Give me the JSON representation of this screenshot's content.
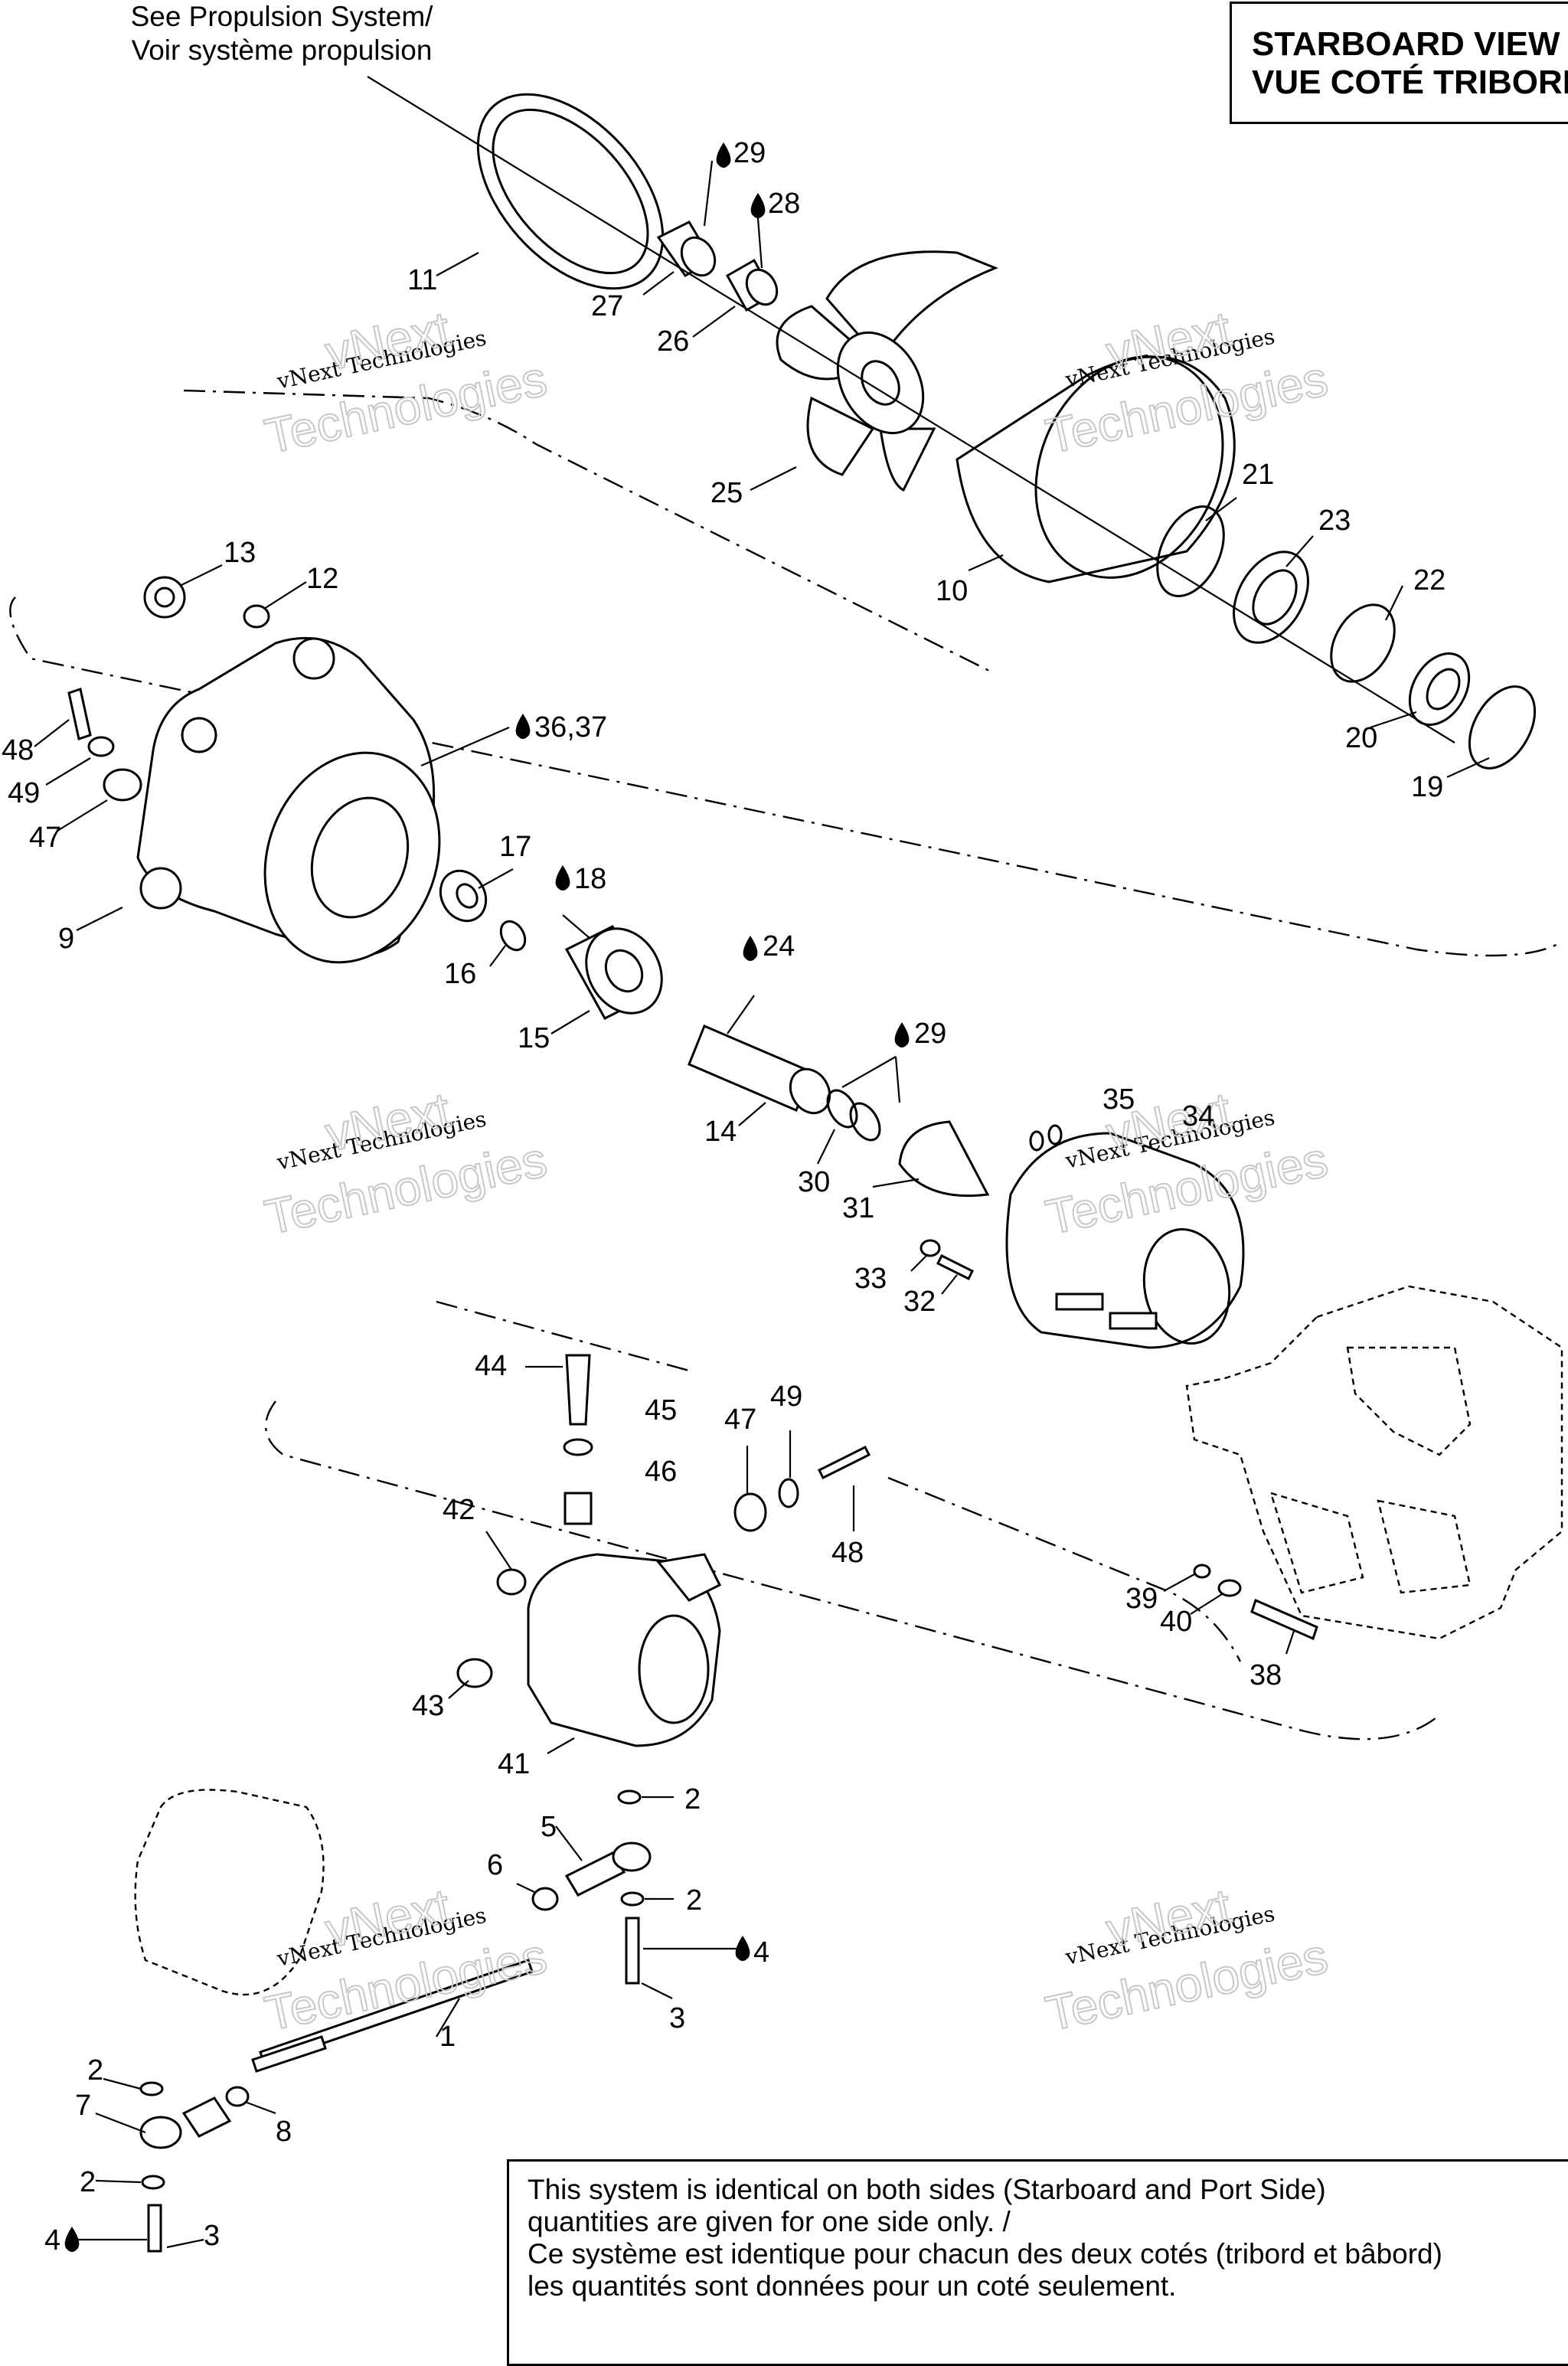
{
  "view_title": {
    "line1": "STARBOARD VIEW",
    "line2": "VUE COTÉ TRIBORD"
  },
  "reference": {
    "line1": "See Propulsion System/",
    "line2": "Voir système propulsion"
  },
  "note": {
    "line1": "This system is identical on both sides (Starboard and Port Side)",
    "line2": "quantities are given for one side only. /",
    "line3": "Ce système est identique pour chacun des deux cotés (tribord et bâbord)",
    "line4": "les quantités sont données pour un coté seulement."
  },
  "watermark": {
    "line1": "vNext Technologies",
    "line2": "vNext",
    "line3": "Technologies"
  },
  "callouts": {
    "c1": "1",
    "c2a": "2",
    "c2b": "2",
    "c2c": "2",
    "c2d": "2",
    "c3a": "3",
    "c3b": "3",
    "c4a": "4",
    "c4b": "4",
    "c5": "5",
    "c6": "6",
    "c7": "7",
    "c8": "8",
    "c9": "9",
    "c10": "10",
    "c11": "11",
    "c12": "12",
    "c13": "13",
    "c14": "14",
    "c15": "15",
    "c16": "16",
    "c17": "17",
    "c18": "18",
    "c19": "19",
    "c20": "20",
    "c21": "21",
    "c22": "22",
    "c23": "23",
    "c24": "24",
    "c25": "25",
    "c26": "26",
    "c27": "27",
    "c28": "28",
    "c29a": "29",
    "c29b": "29",
    "c30": "30",
    "c31": "31",
    "c32": "32",
    "c33": "33",
    "c34": "34",
    "c35": "35",
    "c36": "36,37",
    "c38": "38",
    "c39": "39",
    "c40": "40",
    "c41": "41",
    "c42": "42",
    "c43": "43",
    "c44": "44",
    "c45": "45",
    "c46": "46",
    "c47a": "47",
    "c47b": "47",
    "c48a": "48",
    "c48b": "48",
    "c49a": "49",
    "c49b": "49"
  },
  "icons": {
    "lubricant": "lubricant-drop-icon"
  }
}
